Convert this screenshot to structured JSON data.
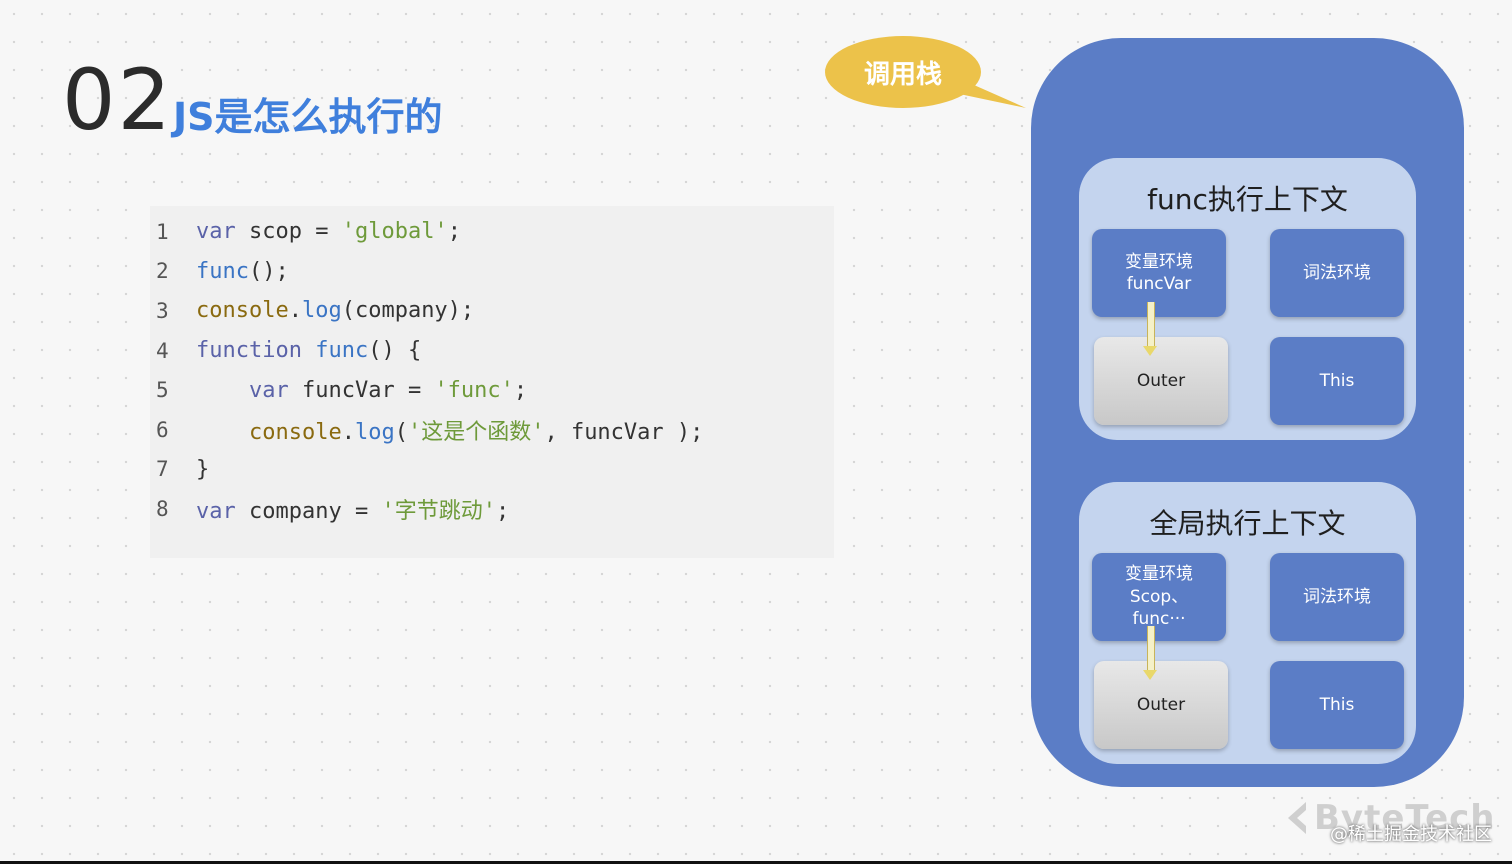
{
  "slide": {
    "number": "02",
    "title": "JS是怎么执行的"
  },
  "code": {
    "lines": [
      {
        "num": "1",
        "parts": [
          [
            "kw",
            "var"
          ],
          [
            "txt",
            " scop = "
          ],
          [
            "str",
            "'global'"
          ],
          [
            "txt",
            ";"
          ]
        ]
      },
      {
        "num": "2",
        "parts": [
          [
            "fn",
            "func"
          ],
          [
            "txt",
            "();"
          ]
        ]
      },
      {
        "num": "3",
        "parts": [
          [
            "obj",
            "console"
          ],
          [
            "txt",
            "."
          ],
          [
            "fn",
            "log"
          ],
          [
            "txt",
            "(company);"
          ]
        ]
      },
      {
        "num": "4",
        "parts": [
          [
            "kw",
            "function"
          ],
          [
            "txt",
            " "
          ],
          [
            "fn",
            "func"
          ],
          [
            "txt",
            "() {"
          ]
        ]
      },
      {
        "num": "5",
        "parts": [
          [
            "txt",
            "    "
          ],
          [
            "kw",
            "var"
          ],
          [
            "txt",
            " funcVar = "
          ],
          [
            "str",
            "'func'"
          ],
          [
            "txt",
            ";"
          ]
        ]
      },
      {
        "num": "6",
        "parts": [
          [
            "txt",
            "    "
          ],
          [
            "obj",
            "console"
          ],
          [
            "txt",
            "."
          ],
          [
            "fn",
            "log"
          ],
          [
            "txt",
            "("
          ],
          [
            "str",
            "'这是个函数'"
          ],
          [
            "txt",
            ", funcVar );"
          ]
        ]
      },
      {
        "num": "7",
        "parts": [
          [
            "txt",
            "}"
          ]
        ]
      },
      {
        "num": "8",
        "parts": [
          [
            "kw",
            "var"
          ],
          [
            "txt",
            " company = "
          ],
          [
            "str",
            "'字节跳动'"
          ],
          [
            "txt",
            ";"
          ]
        ]
      }
    ]
  },
  "call_stack": {
    "label": "调用栈",
    "contexts": [
      {
        "title": "func执行上下文",
        "variable_env": [
          "变量环境",
          "funcVar"
        ],
        "lexical_env": "词法环境",
        "outer": "Outer",
        "this": "This"
      },
      {
        "title": "全局执行上下文",
        "variable_env": [
          "变量环境",
          "Scop、",
          "func···"
        ],
        "lexical_env": "词法环境",
        "outer": "Outer",
        "this": "This"
      }
    ]
  },
  "watermark": "ByteTech",
  "credit": "@稀土掘金技术社区",
  "colors": {
    "title_blue": "#3f7fdc",
    "stack_blue": "#5b7dc6",
    "context_light": "#c4d4ee",
    "bubble_yellow": "#ecc24a"
  }
}
